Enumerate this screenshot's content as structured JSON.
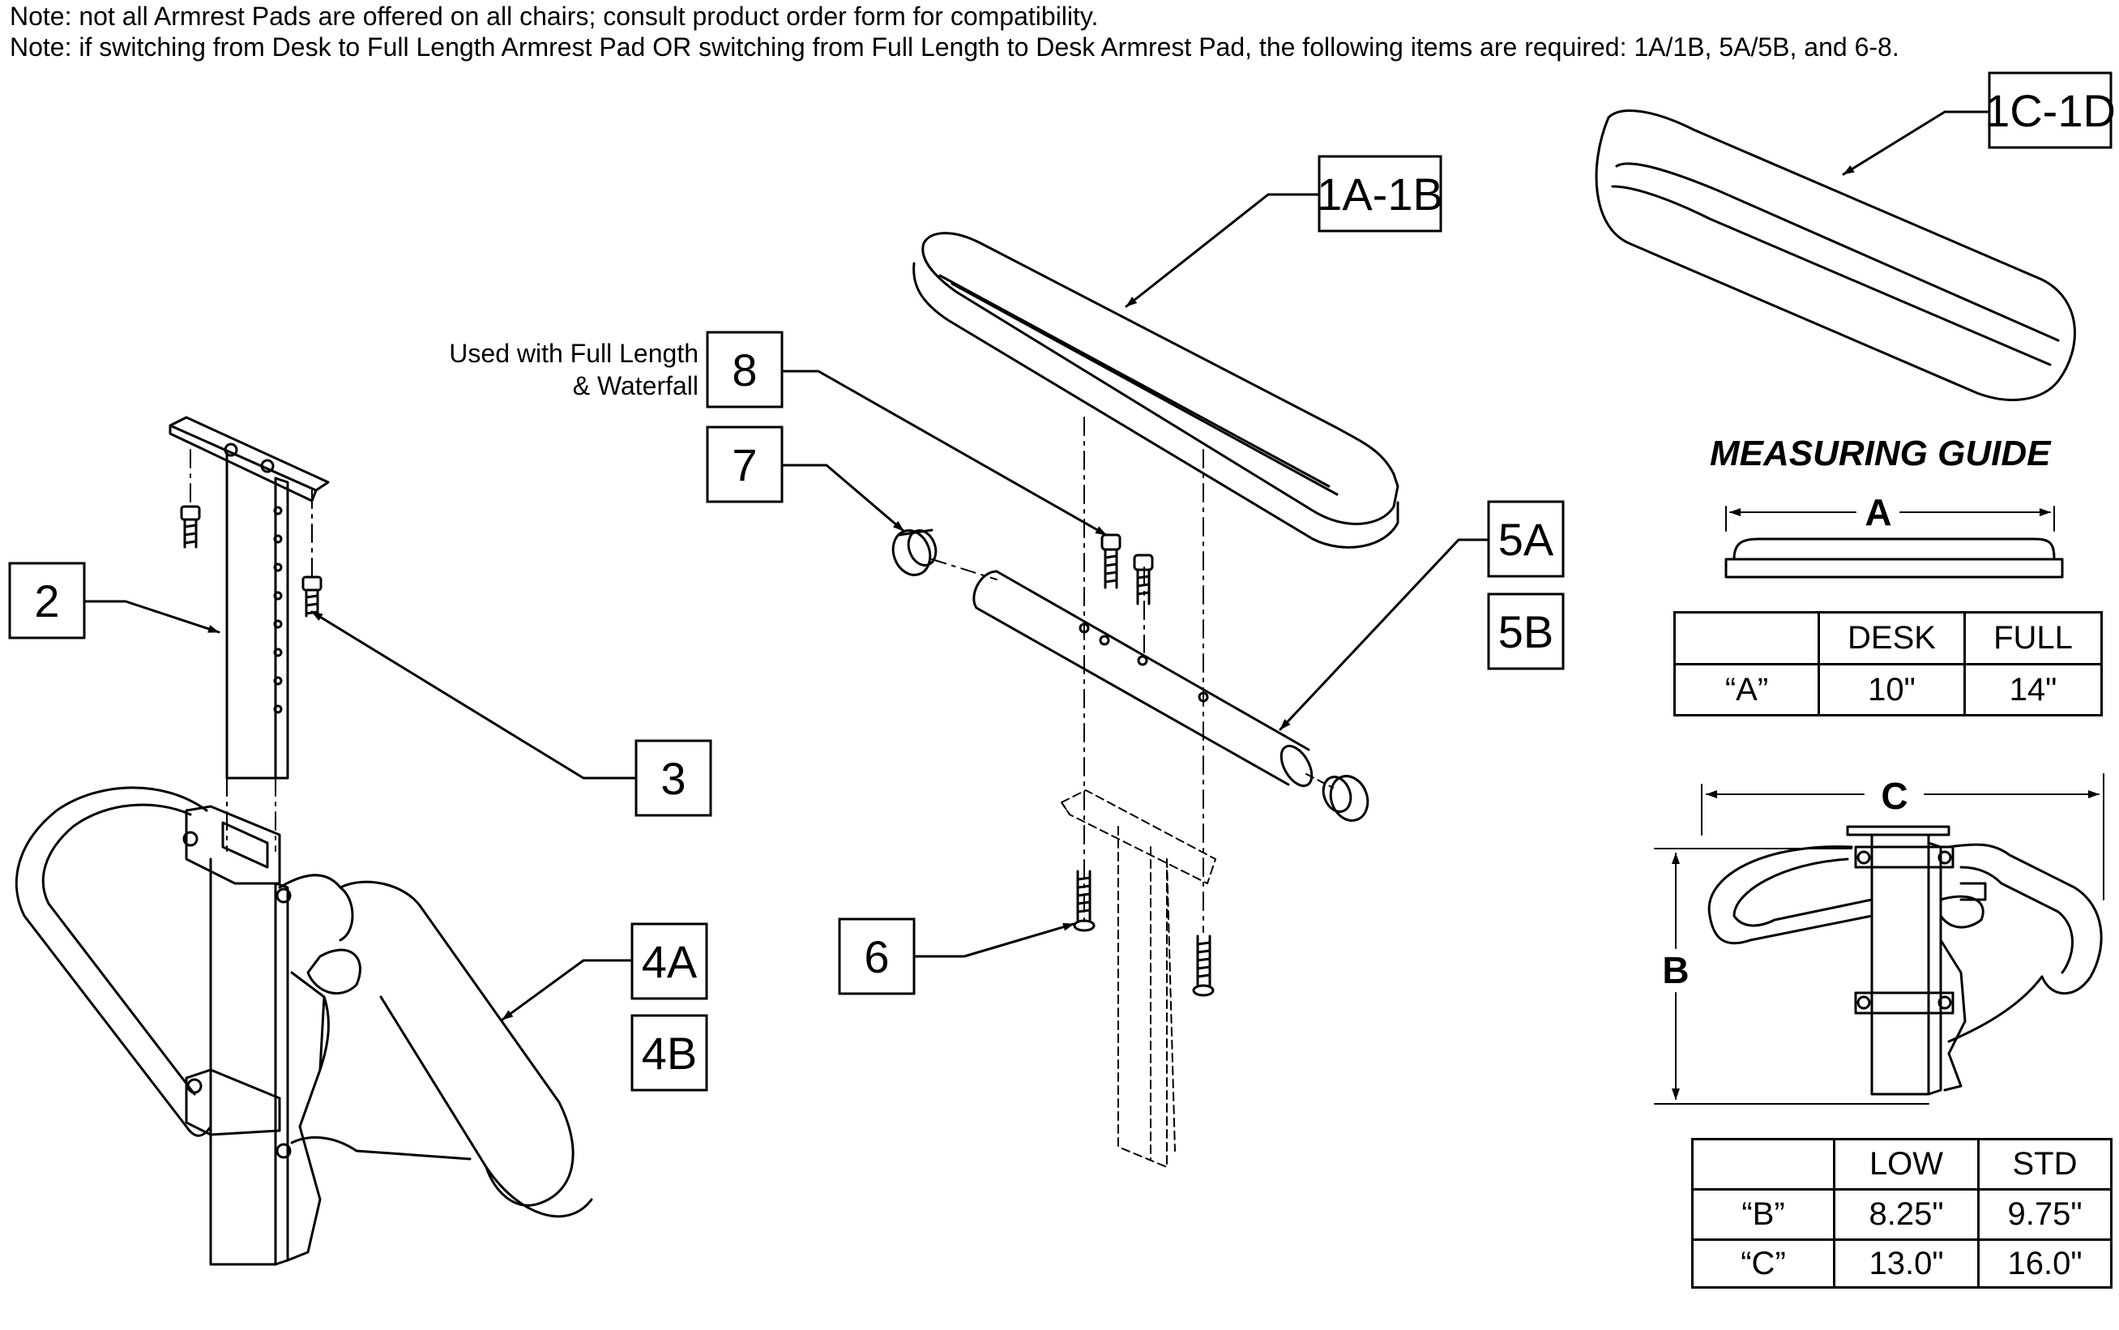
{
  "notes": [
    "Note: not all Armrest Pads are offered on all chairs; consult product order form for compatibility.",
    "Note: if switching from Desk to Full Length Armrest Pad OR switching from Full Length to Desk Armrest Pad, the following items are required: 1A/1B, 5A/5B, and 6-8."
  ],
  "callouts": {
    "c1c1d": "1C-1D",
    "c1a1b": "1A-1B",
    "c8": "8",
    "c7": "7",
    "c2": "2",
    "c3": "3",
    "c5a": "5A",
    "c5b": "5B",
    "c4a": "4A",
    "c4b": "4B",
    "c6": "6"
  },
  "used_with": [
    "Used with Full Length",
    "& Waterfall"
  ],
  "measuring_guide": {
    "title": "MEASURING GUIDE",
    "dim_a": "A",
    "dim_b": "B",
    "dim_c": "C",
    "table1": {
      "headers": [
        "",
        "DESK",
        "FULL"
      ],
      "rows": [
        [
          "“A”",
          "10\"",
          "14\""
        ]
      ]
    },
    "table2": {
      "headers": [
        "",
        "LOW",
        "STD"
      ],
      "rows": [
        [
          "“B”",
          "8.25\"",
          "9.75\""
        ],
        [
          "“C”",
          "13.0\"",
          "16.0\""
        ]
      ]
    }
  }
}
